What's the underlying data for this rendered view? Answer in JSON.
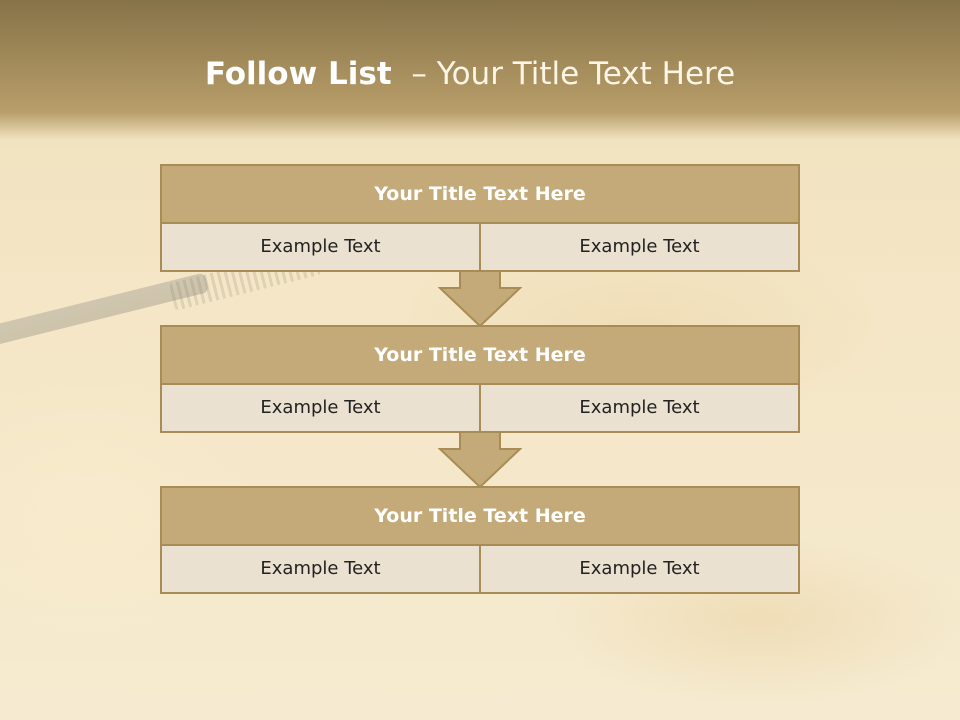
{
  "slide": {
    "title_bold": "Follow List",
    "title_rest": "– Your Title Text Here"
  },
  "blocks": [
    {
      "title": "Your Title Text Here",
      "cells": [
        "Example Text",
        "Example Text"
      ]
    },
    {
      "title": "Your Title Text Here",
      "cells": [
        "Example Text",
        "Example Text"
      ]
    },
    {
      "title": "Your Title Text Here",
      "cells": [
        "Example Text",
        "Example Text"
      ]
    }
  ],
  "colors": {
    "header": "#9c8556",
    "block_title_fill": "#c3aa78",
    "block_border": "#a88c55",
    "cell_fill": "#ebe1d1",
    "arrow_fill": "#c3aa78"
  },
  "icons": [
    "down-arrow-icon"
  ]
}
